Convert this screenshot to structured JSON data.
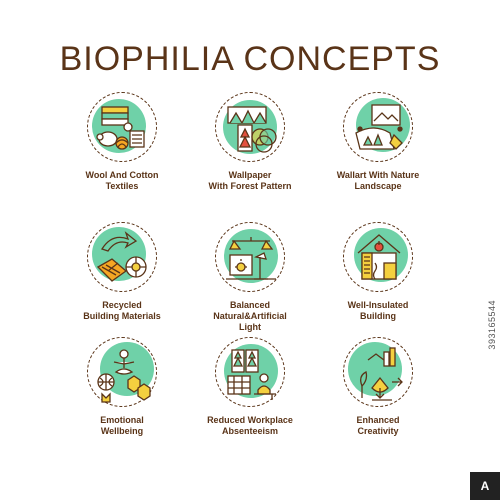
{
  "title": "BIOPHILIA CONCEPTS",
  "colors": {
    "outline": "#5a3418",
    "accent_green": "#6fd1a8",
    "accent_yellow": "#f4d03f",
    "accent_red": "#e3503e",
    "accent_orange": "#f5a623"
  },
  "concepts": [
    {
      "icon": "textiles-icon",
      "line1": "Wool And Cotton",
      "line2": "Textiles",
      "line3": ""
    },
    {
      "icon": "forest-wallpaper-icon",
      "line1": "Wallpaper",
      "line2": "With Forest Pattern",
      "line3": ""
    },
    {
      "icon": "wallart-icon",
      "line1": "Wallart With Nature",
      "line2": "Landscape",
      "line3": ""
    },
    {
      "icon": "recycle-icon",
      "line1": "Recycled",
      "line2": "Building Materials",
      "line3": ""
    },
    {
      "icon": "light-icon",
      "line1": "Balanced",
      "line2": "Natural&Artificial",
      "line3": "Light"
    },
    {
      "icon": "insulated-building-icon",
      "line1": "Well-Insulated",
      "line2": "Building",
      "line3": ""
    },
    {
      "icon": "meditation-icon",
      "line1": "Emotional",
      "line2": "Wellbeing",
      "line3": ""
    },
    {
      "icon": "workplace-icon",
      "line1": "Reduced Workplace",
      "line2": "Absenteeism",
      "line3": ""
    },
    {
      "icon": "creativity-icon",
      "line1": "Enhanced",
      "line2": "Creativity",
      "line3": ""
    }
  ],
  "stock_id": "393165544",
  "stock_logo": "A"
}
